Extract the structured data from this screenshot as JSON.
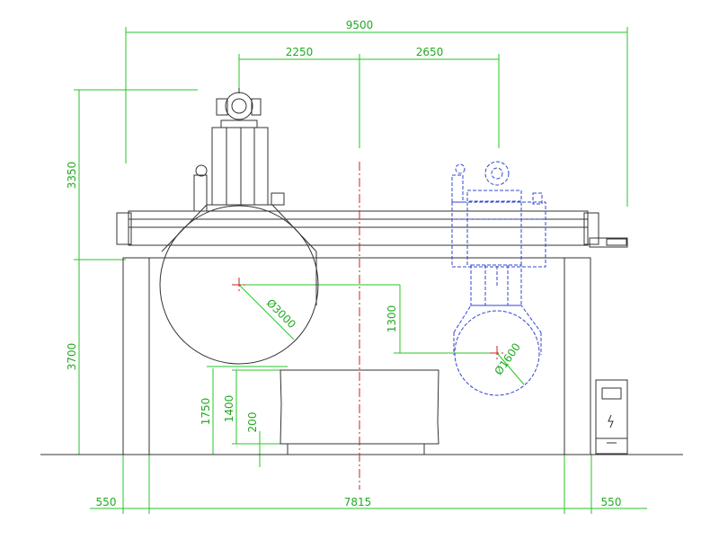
{
  "dimensions": {
    "overall_width": "9500",
    "left_offset": "2250",
    "right_offset": "2650",
    "height_upper": "3350",
    "height_lower": "3700",
    "left_margin": "550",
    "span": "7815",
    "right_margin": "550",
    "blade_large": "Ø3000",
    "blade_small": "Ø1600",
    "vertical_travel": "1300",
    "height_1750": "1750",
    "height_1400": "1400",
    "height_200": "200"
  },
  "colors": {
    "dimension": "#27c427",
    "outline": "#333333",
    "alternate_position": "#3344cc",
    "centerline": "#cc2222"
  }
}
